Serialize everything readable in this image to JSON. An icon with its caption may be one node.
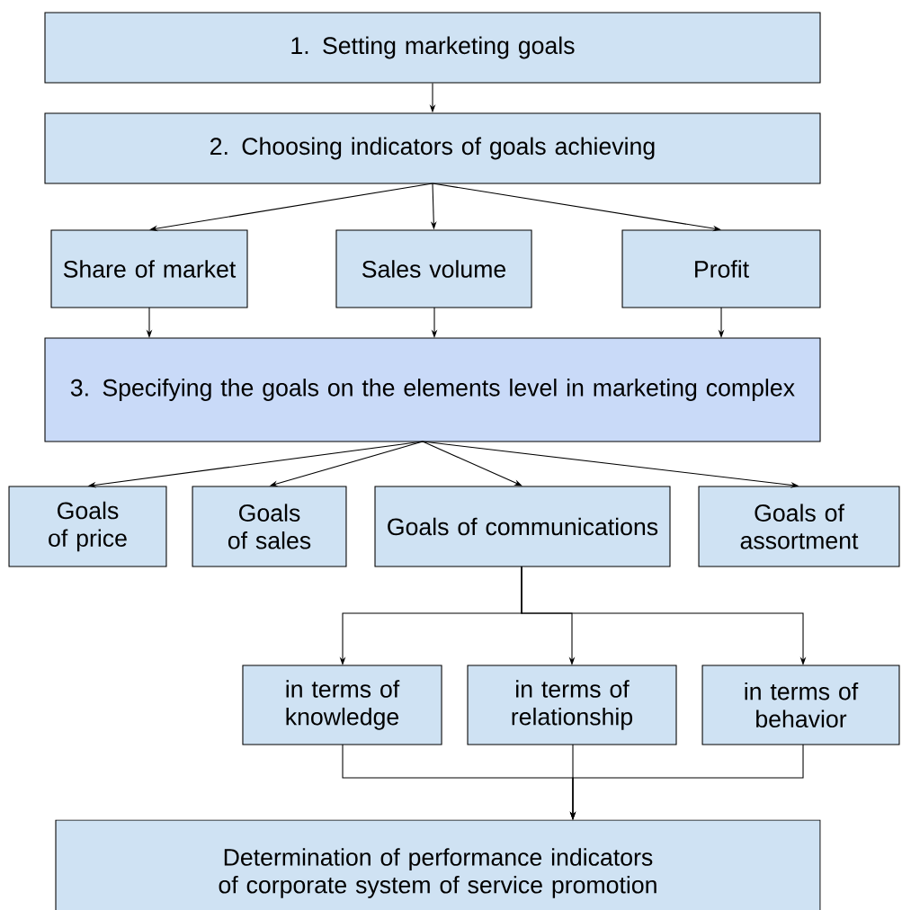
{
  "diagram": {
    "nodes": [
      {
        "text": [
          "1. Setting marketing goals"
        ]
      },
      {
        "text": [
          "2. Choosing indicators of goals achieving"
        ]
      },
      {
        "text": [
          "Share of market"
        ]
      },
      {
        "text": [
          "Sales volume"
        ]
      },
      {
        "text": [
          "Profit"
        ]
      },
      {
        "text": [
          "3. Specifying the goals on the elements level in marketing complex"
        ]
      },
      {
        "text": [
          "Goals of price"
        ]
      },
      {
        "text": [
          "Goals of sales"
        ]
      },
      {
        "text": [
          "Goals of communications"
        ]
      },
      {
        "text": [
          "Goals of assortment"
        ]
      },
      {
        "text": [
          "in terms of knowledge"
        ]
      },
      {
        "text": [
          "in terms of relationship"
        ]
      },
      {
        "text": [
          "in terms of behavior"
        ]
      },
      {
        "text": [
          "Determination of performance indicators of corporate system of service promotion"
        ]
      }
    ],
    "edges": [
      {
        "from": 0,
        "to": 1,
        "arrow": "to"
      },
      {
        "from": 1,
        "to": 2,
        "arrow": "to"
      },
      {
        "from": 1,
        "to": 3,
        "arrow": "to"
      },
      {
        "from": 1,
        "to": 4,
        "arrow": "to"
      },
      {
        "from": 2,
        "to": 5,
        "arrow": "to"
      },
      {
        "from": 3,
        "to": 5,
        "arrow": "to"
      },
      {
        "from": 4,
        "to": 5,
        "arrow": "to"
      },
      {
        "from": 5,
        "to": 6,
        "arrow": "to"
      },
      {
        "from": 5,
        "to": 7,
        "arrow": "to"
      },
      {
        "from": 5,
        "to": 8,
        "arrow": "to"
      },
      {
        "from": 5,
        "to": 9,
        "arrow": "to"
      },
      {
        "from": 8,
        "to": 10,
        "arrow": "to"
      },
      {
        "from": 8,
        "to": 11,
        "arrow": "to"
      },
      {
        "from": 8,
        "to": 12,
        "arrow": "to"
      },
      {
        "from": 10,
        "to": 13,
        "arrow": "to"
      },
      {
        "from": 11,
        "to": 13,
        "arrow": "to"
      },
      {
        "from": 12,
        "to": 13,
        "arrow": "to"
      }
    ]
  }
}
